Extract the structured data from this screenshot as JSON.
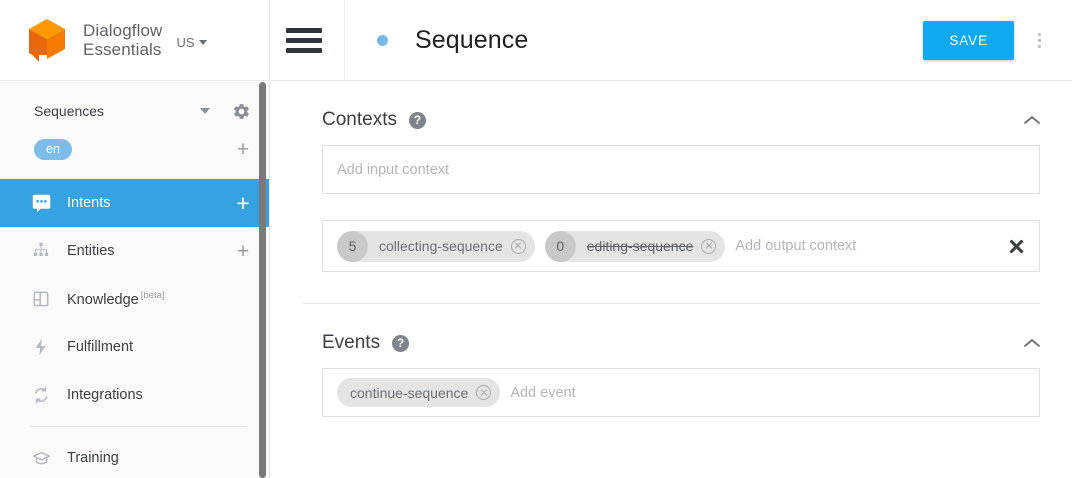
{
  "brand": {
    "name_line1": "Dialogflow",
    "name_line2": "Essentials",
    "region": "US",
    "logo_icon": "dialogflow-cube-logo",
    "logo_color_top": "#ff9800",
    "logo_color_left": "#e8690b",
    "logo_color_right": "#f57c00"
  },
  "sidebar": {
    "agent": {
      "name": "Sequences",
      "caret_icon": "caret-down-icon",
      "settings_icon": "gear-icon"
    },
    "language": {
      "code": "en",
      "add_icon": "plus-icon",
      "pill_color": "#7cbdea"
    },
    "items": [
      {
        "label": "Intents",
        "icon": "intents-icon",
        "active": true,
        "add": "+"
      },
      {
        "label": "Entities",
        "icon": "entities-icon",
        "active": false,
        "add": "+"
      },
      {
        "label": "Knowledge",
        "icon": "knowledge-icon",
        "active": false,
        "badge": "[beta]"
      },
      {
        "label": "Fulfillment",
        "icon": "fulfillment-icon",
        "active": false
      },
      {
        "label": "Integrations",
        "icon": "integrations-icon",
        "active": false
      },
      {
        "label": "Training",
        "icon": "training-icon",
        "active": false
      }
    ],
    "active_color": "#35a2e2"
  },
  "topbar": {
    "menu_icon": "hamburger-menu-icon",
    "status_dot_color": "#77b9e8",
    "title": "Sequence",
    "save_label": "SAVE",
    "save_color": "#0fa9f0",
    "more_icon": "more-vertical-icon"
  },
  "contexts": {
    "title": "Contexts",
    "help_icon": "help-circle-icon",
    "collapse_icon": "chevron-up-icon",
    "input_placeholder": "Add input context",
    "output_placeholder": "Add output context",
    "clear_icon": "close-icon",
    "output_chips": [
      {
        "lifespan": "5",
        "name": "collecting-sequence",
        "struck": false,
        "remove_icon": "remove-circle-icon"
      },
      {
        "lifespan": "0",
        "name": "editing-sequence",
        "struck": true,
        "remove_icon": "remove-circle-icon"
      }
    ]
  },
  "events": {
    "title": "Events",
    "help_icon": "help-circle-icon",
    "collapse_icon": "chevron-up-icon",
    "placeholder": "Add event",
    "chips": [
      {
        "name": "continue-sequence",
        "remove_icon": "remove-circle-icon"
      }
    ]
  }
}
